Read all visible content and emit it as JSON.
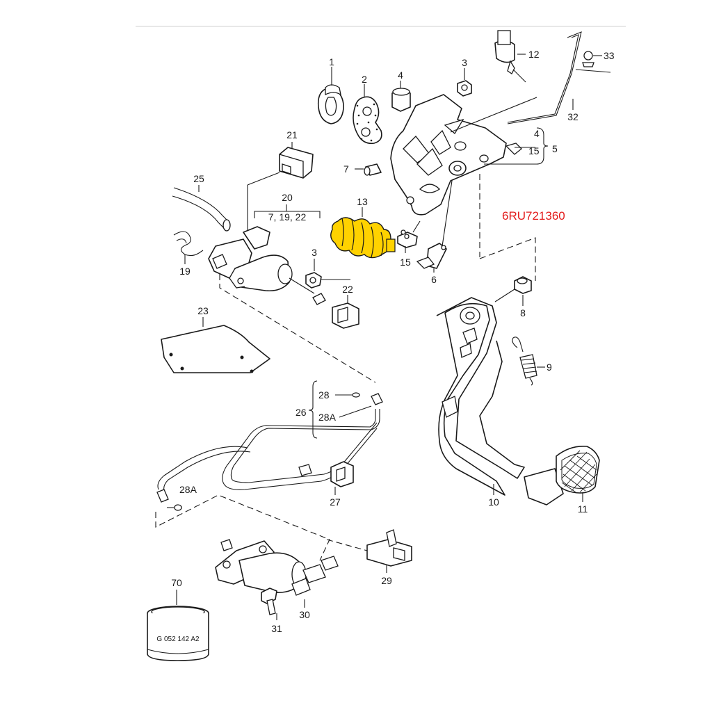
{
  "highlight_color": "#ffd200",
  "part_number_color": "#e31b1b",
  "part_number": "6RU721360",
  "stamp_text": "G 052 142 A2",
  "callouts": {
    "c1": "1",
    "c2": "2",
    "c3a": "3",
    "c3b": "3",
    "c4a": "4",
    "c4b": "4",
    "c5": "5",
    "c6": "6",
    "c7": "7",
    "c8": "8",
    "c9": "9",
    "c10": "10",
    "c11": "11",
    "c12": "12",
    "c13": "13",
    "c15a": "15",
    "c15b": "15",
    "c19": "19",
    "c20": "20",
    "c20sub": "7, 19, 22",
    "c21": "21",
    "c22": "22",
    "c23": "23",
    "c25": "25",
    "c26": "26",
    "c27": "27",
    "c28": "28",
    "c28a1": "28A",
    "c28a2": "28A",
    "c29": "29",
    "c30": "30",
    "c31": "31",
    "c32": "32",
    "c33": "33",
    "c70": "70"
  }
}
